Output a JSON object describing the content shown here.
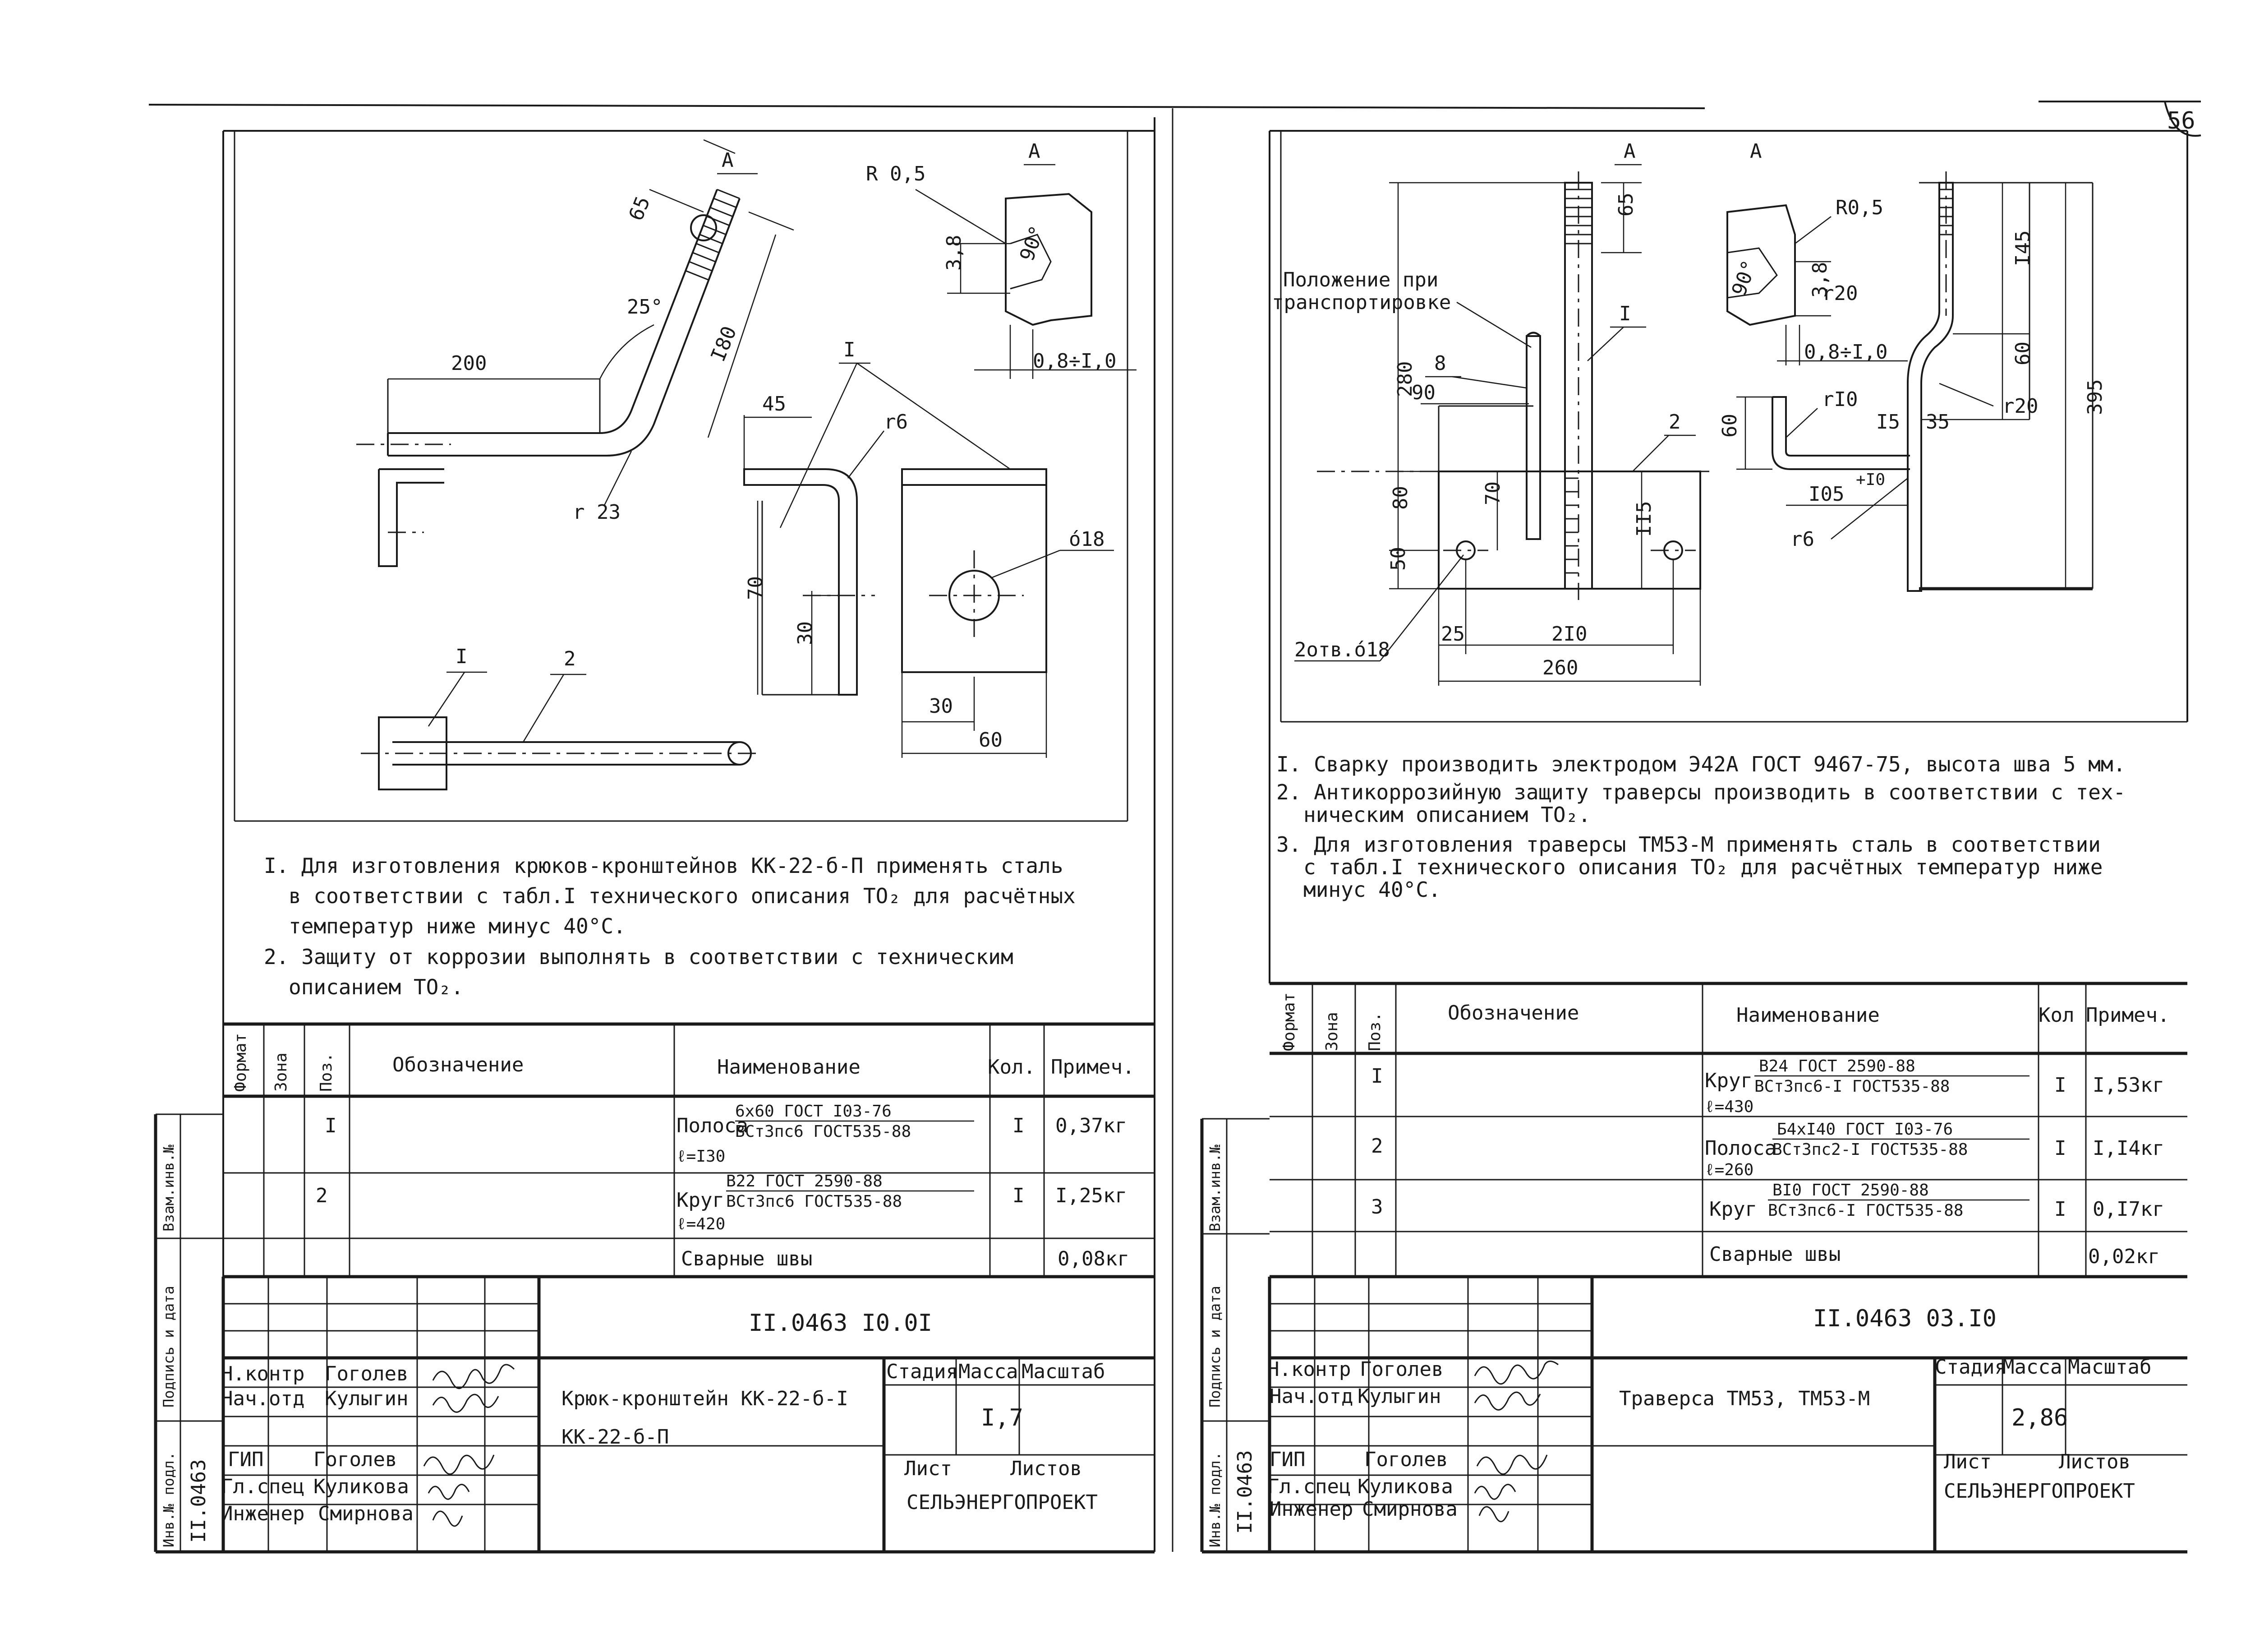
{
  "left": {
    "drawing": {
      "dims": {
        "len_200": "200",
        "len_65": "65",
        "len_180": "I80",
        "angle_25": "25°",
        "radius_23": "r 23",
        "section_mark": "A",
        "radius_0_5": "R 0,5",
        "dim_3_8": "3,8",
        "dim_90": "90°",
        "thickness": "0,8÷I,0",
        "view_label": "A",
        "detail_1": "I",
        "len_45": "45",
        "radius_6": "r6",
        "len_70": "70",
        "len_30a": "30",
        "hole_18": "ó18",
        "len_30b": "30",
        "len_60": "60",
        "pos_1": "I",
        "pos_2": "2"
      }
    },
    "notes": [
      "I. Для изготовления крюков-кронштейнов КК-22-б-П применять сталь",
      "в соответствии с табл.I технического описания ТО₂ для расчётных",
      "температур ниже минус 40°С.",
      "2. Защиту от коррозии выполнять в соответствии с техническим",
      "описанием ТО₂."
    ],
    "spec_headers": [
      "Формат",
      "Зона",
      "Поз.",
      "Обозначение",
      "Наименование",
      "Кол.",
      "Примеч."
    ],
    "spec_rows": [
      {
        "pos": "I",
        "name_main": "Полоса",
        "name_top": "6х60 ГОСТ I03-76",
        "name_bottom": "ВСт3пс6 ГОСТ535-88",
        "name_len": "ℓ=I30",
        "qty": "I",
        "note": "0,37кг"
      },
      {
        "pos": "2",
        "name_main": "Круг",
        "name_top": "В22 ГОСТ 2590-88",
        "name_bottom": "ВСт3пс6 ГОСТ535-88",
        "name_len": "ℓ=420",
        "qty": "I",
        "note": "I,25кг"
      },
      {
        "pos": "",
        "name_main": "Сварные швы",
        "name_top": "",
        "name_bottom": "",
        "name_len": "",
        "qty": "",
        "note": "0,08кг"
      }
    ],
    "title_block": {
      "doc_number": "II.0463 I0.0I",
      "roles": [
        "Н.контр",
        "Нач.отд",
        "",
        "ГИП",
        "Гл.спец",
        "Инженер"
      ],
      "names": [
        "Гоголев",
        "Кулыгин",
        "",
        "Гоголев",
        "Куликова",
        "Смирнова"
      ],
      "item_title_1": "Крюк-кронштейн КК-22-б-I",
      "item_title_2": "КК-22-б-П",
      "stage_label": "Стадия",
      "mass_label": "Масса",
      "scale_label": "Масштаб",
      "mass_value": "I,7",
      "sheet_label": "Лист",
      "sheets_label": "Листов",
      "org": "СЕЛЬЭНЕРГОПРОЕКТ"
    },
    "side": {
      "zam": "Взам.инв.№",
      "podp": "Подпись и дата",
      "inv": "Инв.№ подл.",
      "inv_value": "II.0463"
    }
  },
  "right": {
    "page_number": "56",
    "drawing": {
      "dims": {
        "section_A": "А",
        "view_A": "А",
        "transport_note_1": "Положение при",
        "transport_note_2": "транспортировке",
        "len_65": "65",
        "pos_1": "I",
        "pos_8": "8",
        "len_90": "90",
        "len_280": "280",
        "pos_2": "2",
        "len_80": "80",
        "len_70": "70",
        "len_115": "II5",
        "len_50": "50",
        "holes": "2отв.ó18",
        "len_25": "25",
        "len_210": "2I0",
        "len_260": "260",
        "r0_5": "R0,5",
        "dim_90": "90°",
        "dim_3_8": "3,8",
        "r20a": "r20",
        "thickness": "0,8÷I,0",
        "r10": "rI0",
        "len_60a": "60",
        "len_15": "I5",
        "len_35": "35",
        "r20b": "r20",
        "len_105": "I05",
        "tol": "+I0",
        "r6": "r6",
        "len_145": "I45",
        "len_60b": "60",
        "len_395": "395"
      }
    },
    "notes": [
      "I. Сварку производить электродом Э42А ГОСТ 9467-75, высота шва 5 мм.",
      "2. Антикоррозийную защиту траверсы производить в соответствии с тех-",
      "ническим описанием ТО₂.",
      "3. Для изготовления траверсы ТМ53-М применять сталь в соответствии",
      "с табл.I технического описания ТО₂ для расчётных температур ниже",
      "минус 40°С."
    ],
    "spec_headers": [
      "Формат",
      "Зона",
      "Поз.",
      "Обозначение",
      "Наименование",
      "Кол",
      "Примеч."
    ],
    "spec_rows": [
      {
        "pos": "I",
        "name_main": "Круг",
        "name_top": "В24 ГОСТ 2590-88",
        "name_bottom": "ВСт3пс6-I ГОСТ535-88",
        "name_len": "ℓ=430",
        "qty": "I",
        "note": "I,53кг"
      },
      {
        "pos": "2",
        "name_main": "Полоса",
        "name_top": "Б4хI40 ГОСТ I03-76",
        "name_bottom": "ВСт3пс2-I ГОСТ535-88",
        "name_len": "ℓ=260",
        "qty": "I",
        "note": "I,I4кг"
      },
      {
        "pos": "3",
        "name_main": "Круг",
        "name_top": "ВI0 ГОСТ 2590-88",
        "name_bottom": "ВСт3пс6-I ГОСТ535-88",
        "name_len": "",
        "qty": "I",
        "note": "0,I7кг"
      },
      {
        "pos": "",
        "name_main": "Сварные швы",
        "name_top": "",
        "name_bottom": "",
        "name_len": "",
        "qty": "",
        "note": "0,02кг"
      }
    ],
    "title_block": {
      "doc_number": "II.0463 03.I0",
      "roles": [
        "Н.контр",
        "Нач.отд",
        "",
        "ГИП",
        "Гл.спец",
        "Инженер"
      ],
      "names": [
        "Гоголев",
        "Кулыгин",
        "",
        "Гоголев",
        "Куликова",
        "Смирнова"
      ],
      "item_title": "Траверса ТМ53, ТМ53-М",
      "stage_label": "Стадия",
      "mass_label": "Масса",
      "scale_label": "Масштаб",
      "mass_value": "2,86",
      "sheet_label": "Лист",
      "sheets_label": "Листов",
      "org": "СЕЛЬЭНЕРГОПРОЕКТ"
    },
    "side": {
      "zam": "Взам.инв.№",
      "podp": "Подпись и дата",
      "inv": "Инв.№ подл.",
      "inv_value": "II.0463"
    }
  }
}
